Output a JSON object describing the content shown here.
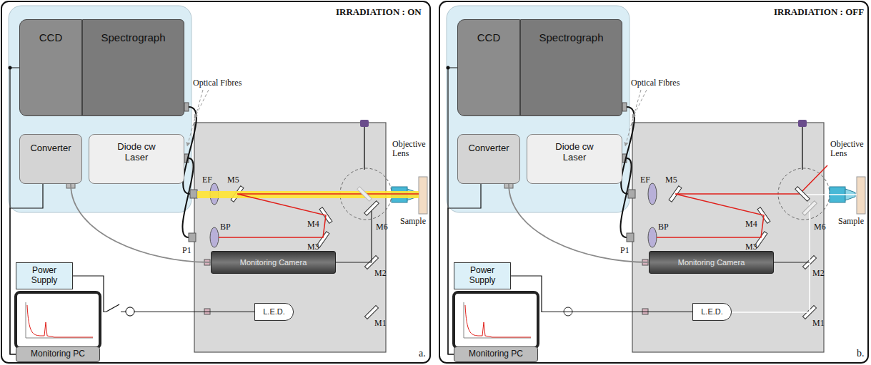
{
  "diagram": {
    "nodes": [
      {
        "text": [
          "CCD"
        ]
      },
      {
        "text": [
          "Spectrograph"
        ]
      },
      {
        "text": [
          "Converter"
        ]
      },
      {
        "text": [
          "Diode cw Laser"
        ]
      },
      {
        "text": [
          "Monitoring Camera"
        ]
      },
      {
        "text": [
          "Power Supply"
        ]
      },
      {
        "text": [
          "L.E.D."
        ]
      },
      {
        "text": [
          "Monitoring PC"
        ]
      },
      {
        "text": [
          "CCD"
        ]
      },
      {
        "text": [
          "Spectrograph"
        ]
      },
      {
        "text": [
          "Converter"
        ]
      },
      {
        "text": [
          "Diode cw Laser"
        ]
      },
      {
        "text": [
          "Monitoring Camera"
        ]
      },
      {
        "text": [
          "Power Supply"
        ]
      },
      {
        "text": [
          "L.E.D."
        ]
      },
      {
        "text": [
          "Monitoring PC"
        ]
      }
    ],
    "edges": [
      {
        "from": 0,
        "to": 7,
        "arrow": "none"
      },
      {
        "from": 2,
        "to": 7,
        "arrow": "none"
      },
      {
        "from": 2,
        "to": 4,
        "arrow": "none"
      },
      {
        "from": 5,
        "to": 6,
        "arrow": "none"
      },
      {
        "from": 8,
        "to": 15,
        "arrow": "none"
      },
      {
        "from": 10,
        "to": 15,
        "arrow": "none"
      },
      {
        "from": 10,
        "to": 12,
        "arrow": "none"
      },
      {
        "from": 13,
        "to": 14,
        "arrow": "none"
      }
    ],
    "labels": [
      "IRRADIATION : ON",
      "Optical Fibres",
      "Objective Lens",
      "Sample",
      "EF",
      "M5",
      "M4",
      "M3",
      "M6",
      "M2",
      "M1",
      "BP",
      "P1",
      "a.",
      "IRRADIATION : OFF",
      "Optical Fibres",
      "Objective Lens",
      "Sample",
      "EF",
      "M5",
      "M4",
      "M3",
      "M6",
      "M2",
      "M1",
      "BP",
      "P1",
      "b."
    ]
  }
}
